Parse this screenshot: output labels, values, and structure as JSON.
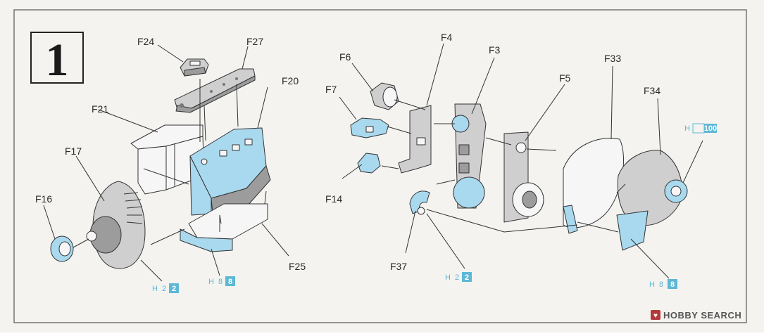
{
  "step_number": "1",
  "labels": {
    "F24": "F24",
    "F27": "F27",
    "F21": "F21",
    "F20": "F20",
    "F17": "F17",
    "F16": "F16",
    "F25": "F25",
    "F6": "F6",
    "F4": "F4",
    "F3": "F3",
    "F7": "F7",
    "F5": "F5",
    "F33": "F33",
    "F34": "F34",
    "F14": "F14",
    "F37": "F37"
  },
  "paint_codes": [
    {
      "prefix": "H",
      "number": "2",
      "box": "2"
    },
    {
      "prefix": "H",
      "number": "8",
      "box": "8"
    },
    {
      "prefix": "H",
      "number": "2",
      "box": "2"
    },
    {
      "prefix": "H",
      "number": "8",
      "box": "8"
    },
    {
      "prefix": "H",
      "number": "",
      "box": "100"
    }
  ],
  "watermark": {
    "brand": "HOBBY SEARCH",
    "icon": "hobby-search-logo-icon"
  },
  "colors": {
    "highlight": "#a9d9ef",
    "paint": "#5db8d6",
    "part_gray": "#cfcfcf"
  }
}
